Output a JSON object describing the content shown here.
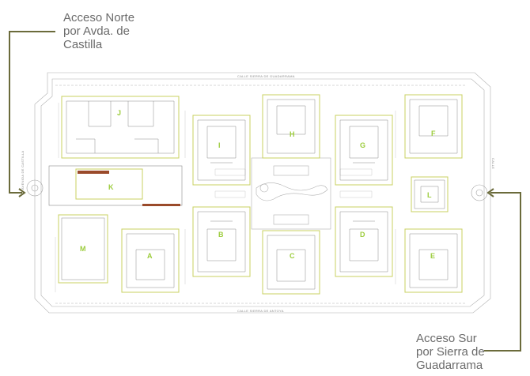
{
  "access": {
    "north": "Acceso Norte\npor Avda. de\nCastilla",
    "south": "Acceso Sur\npor Sierra de\nGuadarrama"
  },
  "streets": {
    "top": "CALLE SIERRA DE GUADARRAMA",
    "bottom": "CALLE SIERRA DE ANTOYA",
    "left": "AVENIDA DE CASTILLA",
    "right": "CALLE"
  },
  "buildings": [
    "J",
    "I",
    "H",
    "G",
    "F",
    "K",
    "M",
    "A",
    "B",
    "C",
    "D",
    "E",
    "L"
  ],
  "colors": {
    "arrow": "#6b6b3b",
    "outline": "#c8d060",
    "letter": "#9ccc3c",
    "plan": "#8a8a8a",
    "accent": "#9a4a2a"
  }
}
